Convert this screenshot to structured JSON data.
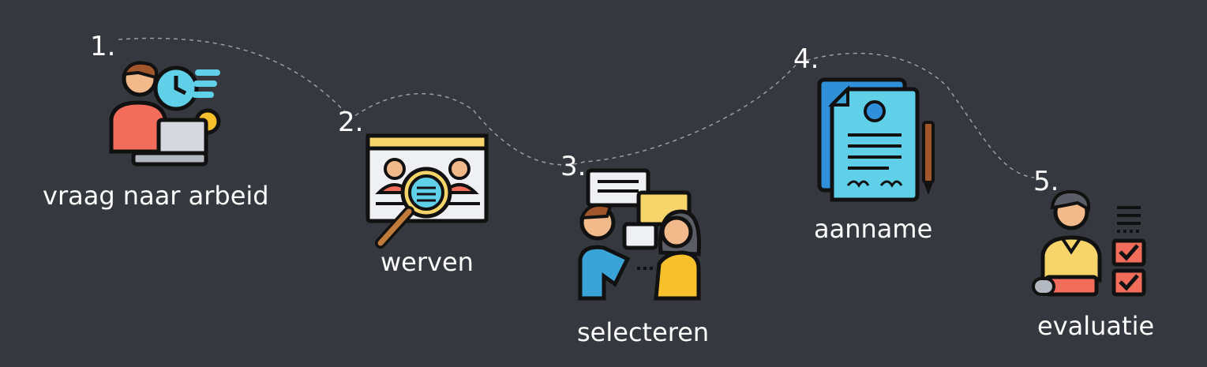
{
  "background": "#363840",
  "connector_color": "#9a9ca3",
  "steps": [
    {
      "number": "1.",
      "label": "vraag naar arbeid",
      "icon": "worker-at-laptop-with-clock-icon"
    },
    {
      "number": "2.",
      "label": "werven",
      "icon": "recruitment-search-window-icon"
    },
    {
      "number": "3.",
      "label": "selecteren",
      "icon": "job-interview-conversation-icon"
    },
    {
      "number": "4.",
      "label": "aanname",
      "icon": "signed-contract-icon"
    },
    {
      "number": "5.",
      "label": "evaluatie",
      "icon": "evaluation-checklist-icon"
    }
  ]
}
